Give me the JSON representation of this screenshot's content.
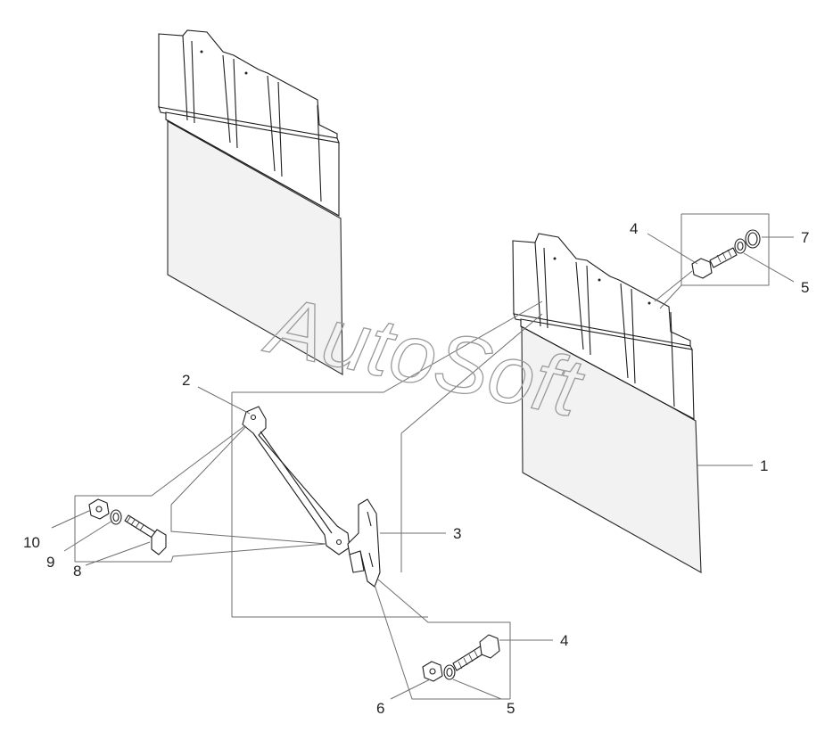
{
  "diagram": {
    "watermark": "AutoSoft",
    "callouts": [
      {
        "id": "c1",
        "label": "1"
      },
      {
        "id": "c2",
        "label": "2"
      },
      {
        "id": "c3",
        "label": "3"
      },
      {
        "id": "c4a",
        "label": "4"
      },
      {
        "id": "c4b",
        "label": "4"
      },
      {
        "id": "c5a",
        "label": "5"
      },
      {
        "id": "c5b",
        "label": "5"
      },
      {
        "id": "c6",
        "label": "6"
      },
      {
        "id": "c7",
        "label": "7"
      },
      {
        "id": "c8",
        "label": "8"
      },
      {
        "id": "c9",
        "label": "9"
      },
      {
        "id": "c10",
        "label": "10"
      }
    ]
  }
}
